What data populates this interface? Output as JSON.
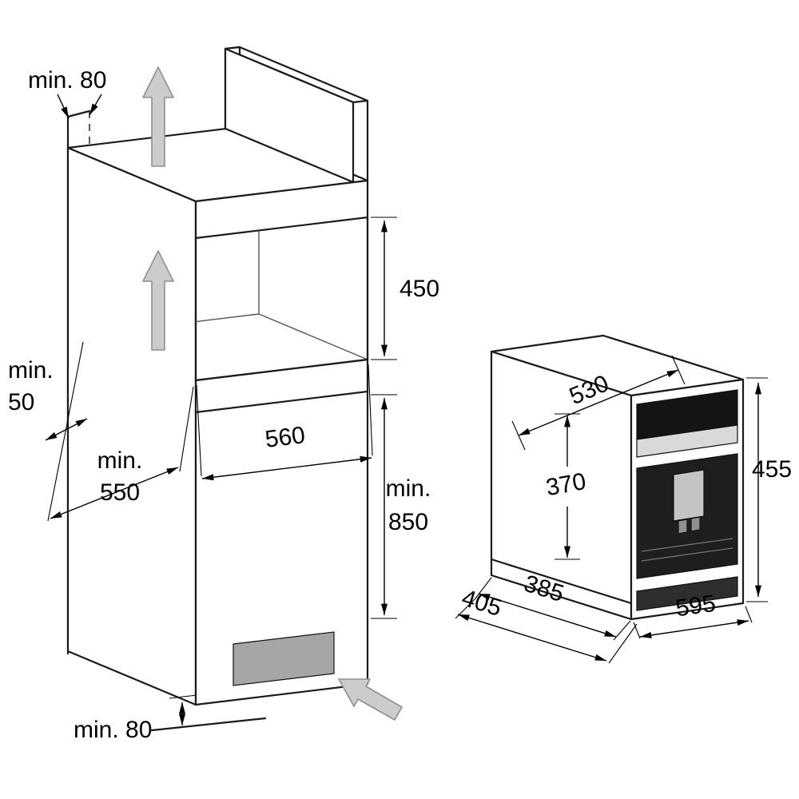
{
  "cabinet_diagram": {
    "labels": {
      "top_clearance": "min. 80",
      "niche_height": "450",
      "rear_clearance_top": "min.",
      "rear_clearance_value": "50",
      "niche_width": "560",
      "niche_depth_top": "min.",
      "niche_depth_value": "550",
      "installation_height_top": "min.",
      "installation_height_value": "850",
      "bottom_clearance": "min. 80"
    }
  },
  "appliance_diagram": {
    "labels": {
      "top_depth": "530",
      "inner_height": "370",
      "appliance_height": "455",
      "body_depth": "385",
      "overall_depth": "405",
      "appliance_width": "595"
    }
  },
  "colors": {
    "outline": "#1a1a1a",
    "dimension_line": "#000000",
    "airflow_arrow_fill": "#cccccc",
    "airflow_arrow_stroke": "#8f8f8f",
    "vent_fill": "#a6a6a6",
    "display_fill": "#141414",
    "door_window_fill": "#1e1e1e",
    "control_strip_fill": "#d9d9d9",
    "spout_fill": "#c4c4c4",
    "nozzle_fill": "#8f8f8f",
    "bottom_trim_fill": "#2e2e2e"
  }
}
